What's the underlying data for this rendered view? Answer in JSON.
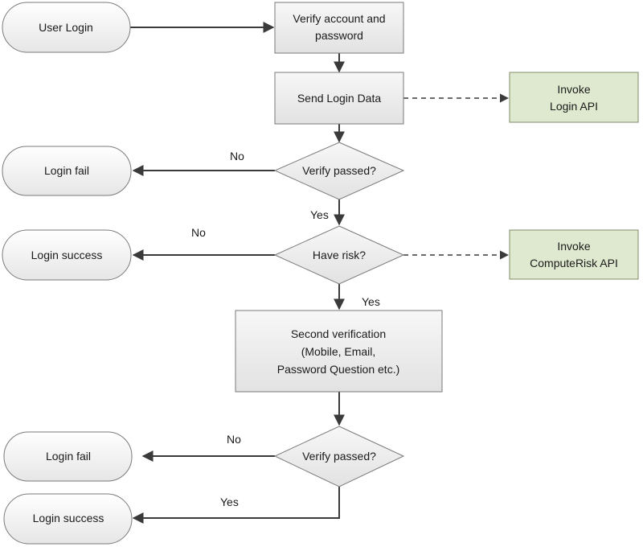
{
  "nodes": {
    "user_login": "User Login",
    "verify_account": [
      "Verify account and",
      "password"
    ],
    "send_login_data": "Send Login Data",
    "invoke_login_api": [
      "Invoke",
      "Login API"
    ],
    "login_fail_1": "Login fail",
    "verify_passed_1": "Verify passed?",
    "login_success_1": "Login success",
    "have_risk": "Have risk?",
    "invoke_computerisk_api": [
      "Invoke",
      "ComputeRisk API"
    ],
    "second_verification": [
      "Second verification",
      "(Mobile, Email,",
      "Password Question etc.)"
    ],
    "login_fail_2": "Login fail",
    "verify_passed_2": "Verify passed?",
    "login_success_2": "Login success"
  },
  "edges": {
    "no_1": "No",
    "yes_1": "Yes",
    "no_2": "No",
    "yes_2": "Yes",
    "no_3": "No",
    "yes_3": "Yes"
  },
  "colors": {
    "api_fill": "#dfe9cf",
    "line": "#3a3a3a"
  }
}
